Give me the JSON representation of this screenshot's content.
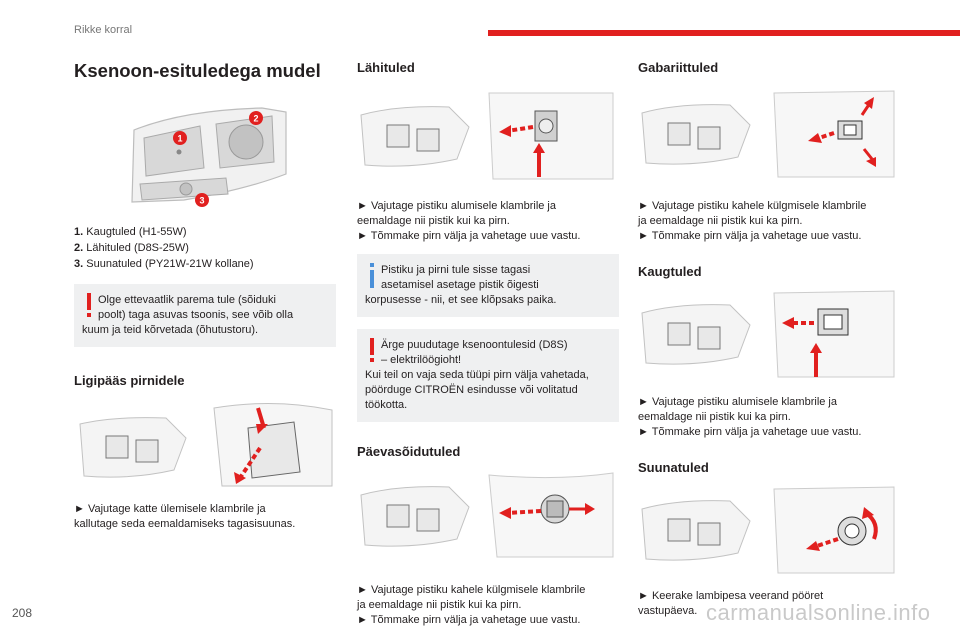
{
  "header": {
    "section": "Rikke korral",
    "accent_color": "#e1201f"
  },
  "page_number": "208",
  "watermark": "carmanualsonline.info",
  "col1": {
    "title": "Ksenoon-esituledega mudel",
    "callouts": [
      "1",
      "2",
      "3"
    ],
    "list": [
      {
        "num": "1.",
        "text": "Kaugtuled (H1-55W)"
      },
      {
        "num": "2.",
        "text": "Lähituled (D8S-25W)"
      },
      {
        "num": "3.",
        "text": "Suunatuled (PY21W-21W kollane)"
      }
    ],
    "warning": {
      "mark": "!",
      "lines": [
        "Olge ettevaatlik parema tule (sõiduki",
        "poolt) taga asuvas tsoonis, see võib olla",
        "kuum ja teid kõrvetada (õhutustoru)."
      ]
    },
    "access_title": "Ligipääs pirnidele",
    "access_lines": [
      "► Vajutage katte ülemisele klambrile ja",
      "kallutage seda eemaldamiseks tagasisuunas."
    ]
  },
  "col2": {
    "low_title": "Lähituled",
    "low_lines": [
      "► Vajutage pistiku alumisele klambrile ja",
      "eemaldage nii pistik kui ka pirn.",
      "► Tõmmake pirn välja ja vahetage uue vastu."
    ],
    "info": {
      "mark": "i",
      "lines": [
        "Pistiku ja pirni tule sisse tagasi",
        "asetamisel asetage pistik õigesti",
        "korpusesse - nii, et see klõpsaks paika."
      ]
    },
    "warning": {
      "mark": "!",
      "lines": [
        "Ärge puudutage ksenoontulesid (D8S)",
        "– elektrilöögioht!",
        "Kui teil on vaja seda tüüpi pirn välja vahetada,",
        "pöörduge CITROËN esindusse või volitatud",
        "töökotta."
      ]
    },
    "drl_title": "Päevasõidutuled",
    "drl_lines": [
      "► Vajutage pistiku kahele külgmisele klambrile",
      "ja eemaldage nii pistik kui ka pirn.",
      "► Tõmmake pirn välja ja vahetage uue vastu."
    ]
  },
  "col3": {
    "side_title": "Gabariittuled",
    "side_lines": [
      "► Vajutage pistiku kahele külgmisele klambrile",
      "ja eemaldage nii pistik kui ka pirn.",
      "► Tõmmake pirn välja ja vahetage uue vastu."
    ],
    "high_title": "Kaugtuled",
    "high_lines": [
      "► Vajutage pistiku alumisele klambrile ja",
      "eemaldage nii pistik kui ka pirn.",
      "► Tõmmake pirn välja ja vahetage uue vastu."
    ],
    "turn_title": "Suunatuled",
    "turn_lines": [
      "► Keerake lambipesa veerand pööret",
      "vastupäeva."
    ]
  }
}
